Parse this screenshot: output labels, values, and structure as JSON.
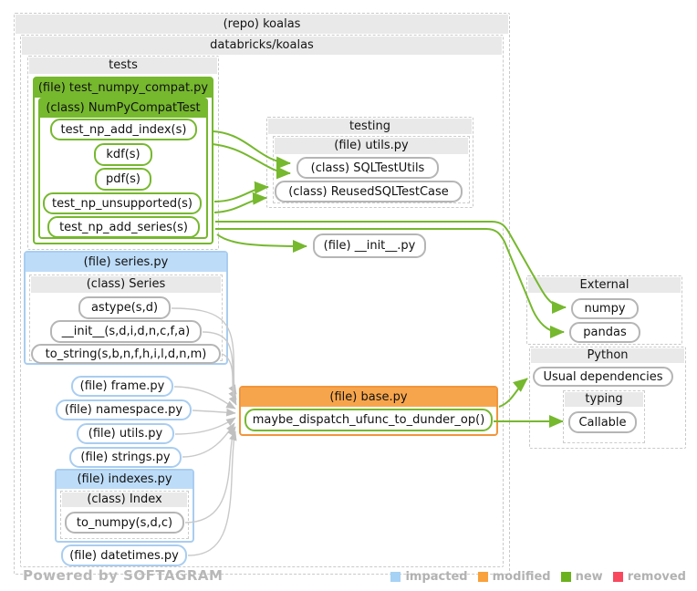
{
  "repo": {
    "label": "(repo) koalas"
  },
  "package": {
    "label": "databricks/koalas"
  },
  "tests_group": {
    "label": "tests",
    "file": {
      "label": "(file) test_numpy_compat.py",
      "class": {
        "label": "(class) NumPyCompatTest",
        "methods": [
          "test_np_add_index(s)",
          "kdf(s)",
          "pdf(s)",
          "test_np_unsupported(s)",
          "test_np_add_series(s)"
        ]
      }
    }
  },
  "testing_group": {
    "label": "testing",
    "file": {
      "label": "(file) utils.py",
      "classes": [
        "(class) SQLTestUtils",
        "(class) ReusedSQLTestCase"
      ]
    }
  },
  "init_file": {
    "label": "(file) __init__.py"
  },
  "series_file": {
    "label": "(file) series.py",
    "class": {
      "label": "(class) Series",
      "methods": [
        "astype(s,d)",
        "__init__(s,d,i,d,n,c,f,a)",
        "to_string(s,b,n,f,h,i,l,d,n,m)"
      ]
    }
  },
  "files": {
    "frame": "(file) frame.py",
    "namespace": "(file) namespace.py",
    "utils": "(file) utils.py",
    "strings": "(file) strings.py",
    "datetimes": "(file) datetimes.py"
  },
  "indexes_file": {
    "label": "(file) indexes.py",
    "class": {
      "label": "(class) Index",
      "methods": [
        "to_numpy(s,d,c)"
      ]
    }
  },
  "base_file": {
    "label": "(file) base.py",
    "function": "maybe_dispatch_ufunc_to_dunder_op()"
  },
  "external_group": {
    "label": "External",
    "items": [
      "numpy",
      "pandas"
    ]
  },
  "python_group": {
    "label": "Python",
    "items": [
      "Usual dependencies"
    ],
    "typing": {
      "label": "typing",
      "items": [
        "Callable"
      ]
    }
  },
  "footer": {
    "branding": "Powered by SOFTAGRAM"
  },
  "legend": {
    "items": [
      {
        "label": "impacted",
        "color": "#a6d2f5"
      },
      {
        "label": "modified",
        "color": "#f9a13a"
      },
      {
        "label": "new",
        "color": "#6cb11e"
      },
      {
        "label": "removed",
        "color": "#f8485e"
      }
    ]
  },
  "colors": {
    "new_green": "#76b82e",
    "impacted_blue_border": "#a9cdf0",
    "impacted_blue_fill": "#bddcf8",
    "modified_orange_border": "#f2953c",
    "modified_orange_fill": "#f7a54c",
    "neutral_gray_border": "#b5b5b5",
    "group_header_gray": "#e9e9e9",
    "arrow_gray": "#c6c6c6"
  }
}
